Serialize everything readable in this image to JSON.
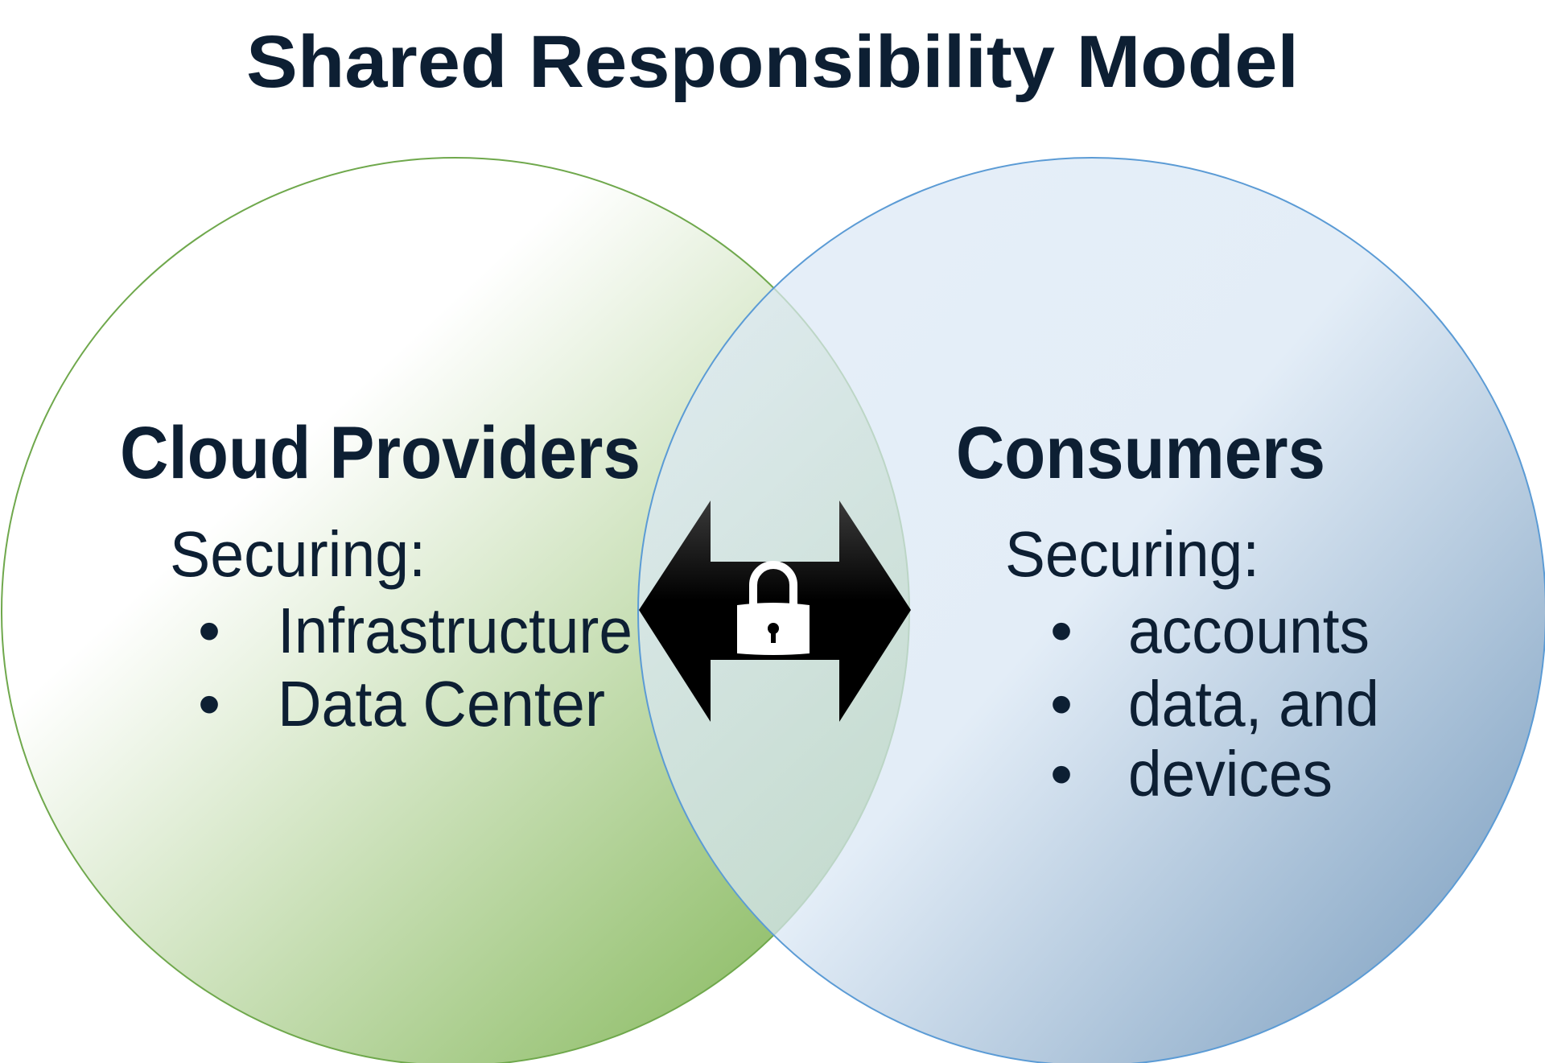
{
  "title": "Shared Responsibility Model",
  "left": {
    "heading": "Cloud Providers",
    "subheading": "Securing:",
    "items": [
      "Infrastructure",
      "Data Center"
    ]
  },
  "right": {
    "heading": "Consumers",
    "subheading": "Securing:",
    "items": [
      "accounts",
      "data, and",
      "devices"
    ]
  },
  "bullet": "•",
  "center_icon": "lock-icon",
  "colors": {
    "text": "#0d1f33",
    "left_circle": "#8fbd68",
    "right_circle": "#5f8ab3",
    "arrow": "#000000"
  }
}
